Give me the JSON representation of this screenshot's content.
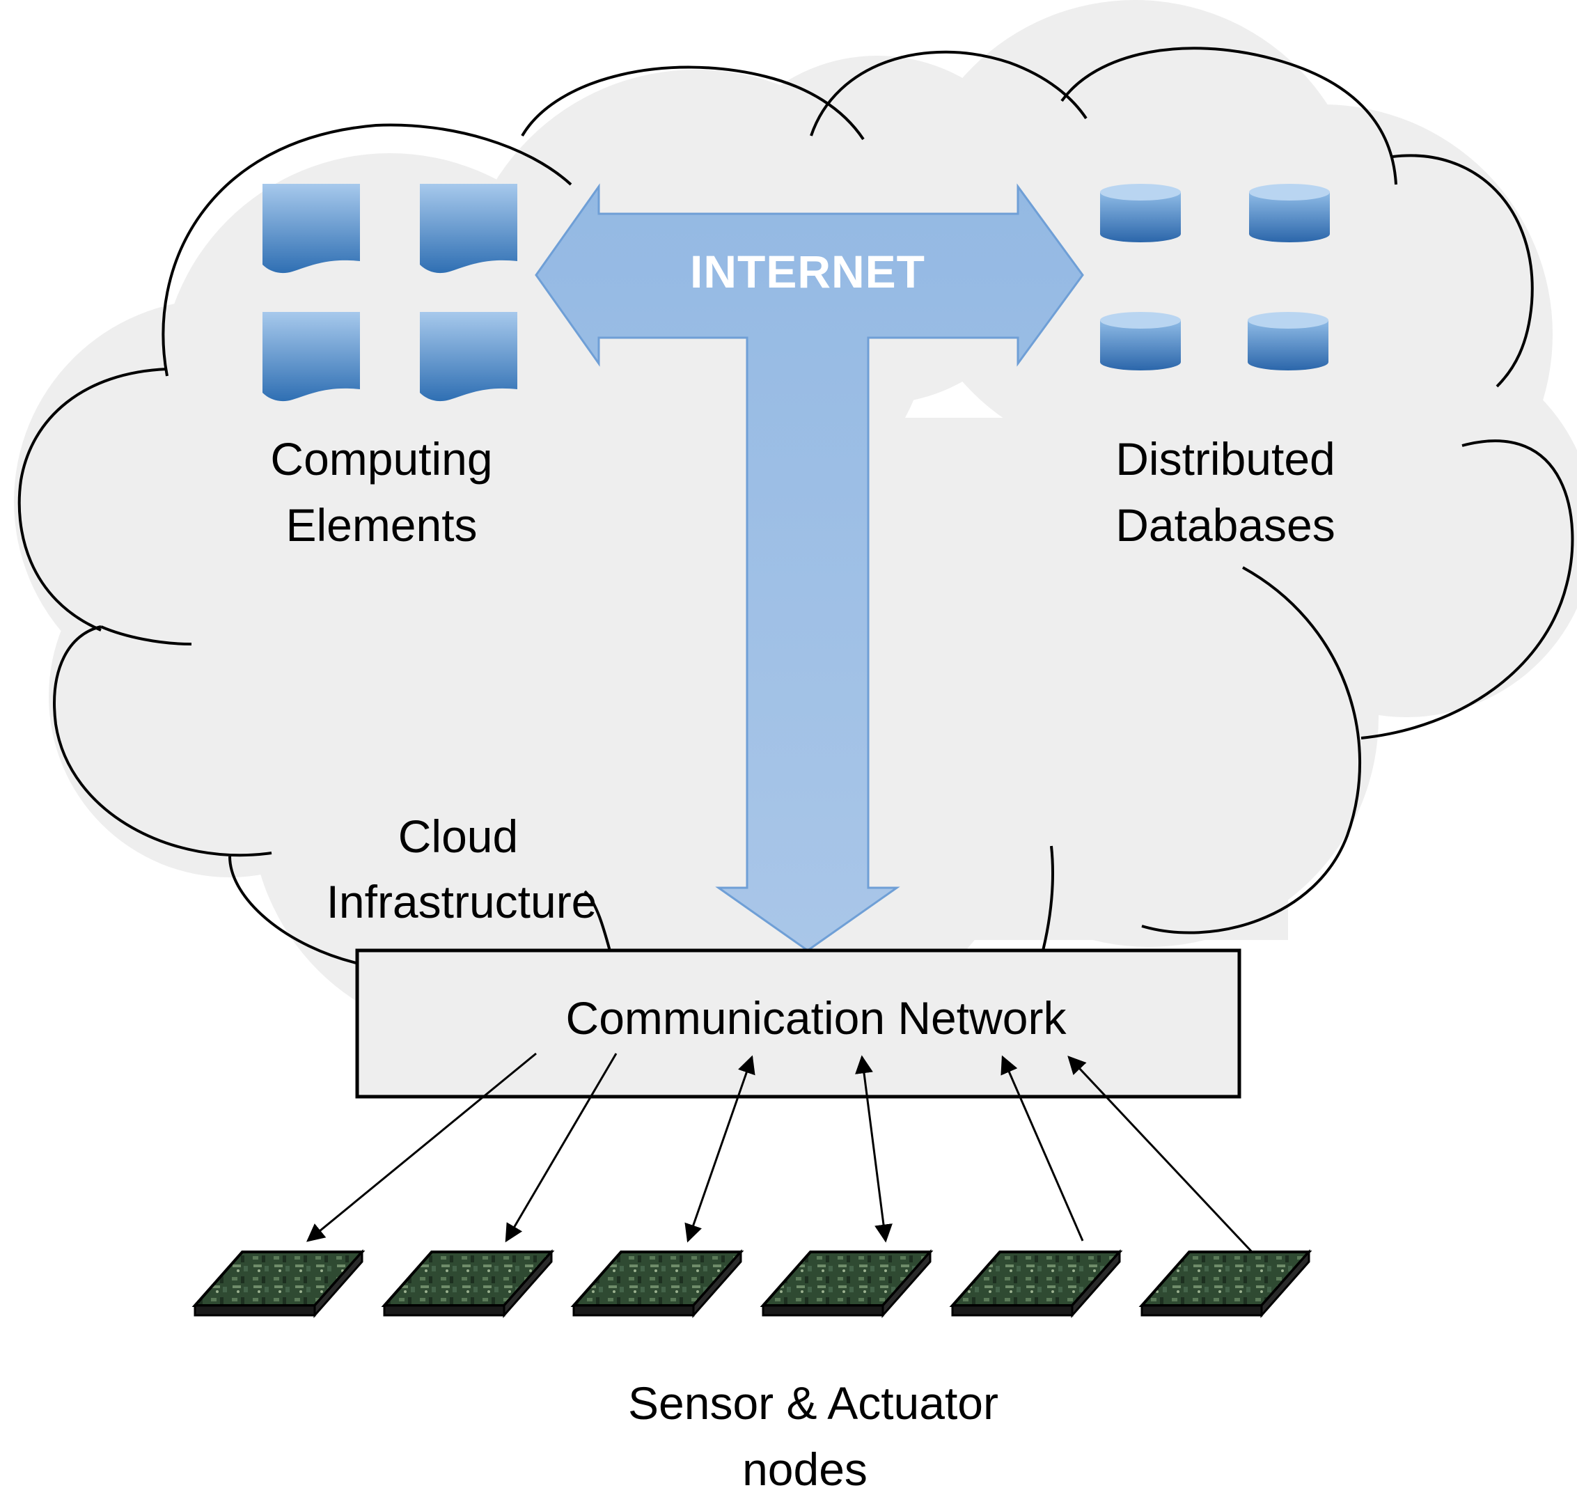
{
  "diagram": {
    "internet_label": "INTERNET",
    "computing": {
      "line1": "Computing",
      "line2": "Elements"
    },
    "databases": {
      "line1": "Distributed",
      "line2": "Databases"
    },
    "cloud": {
      "line1": "Cloud",
      "line2": "Infrastructure"
    },
    "network_label": "Communication Network",
    "sensors": {
      "line1": "Sensor & Actuator",
      "line2": "nodes"
    }
  },
  "links": [
    "down",
    "down",
    "both",
    "both",
    "up",
    "up"
  ],
  "colors": {
    "cloud_fill": "#eeeeee",
    "arrow_fill": "#9dbde3",
    "arrow_stroke": "#6f9fd6",
    "icon_light": "#a7c9ec",
    "icon_dark": "#2f6fb3",
    "chip_green": "#2f4a32"
  }
}
